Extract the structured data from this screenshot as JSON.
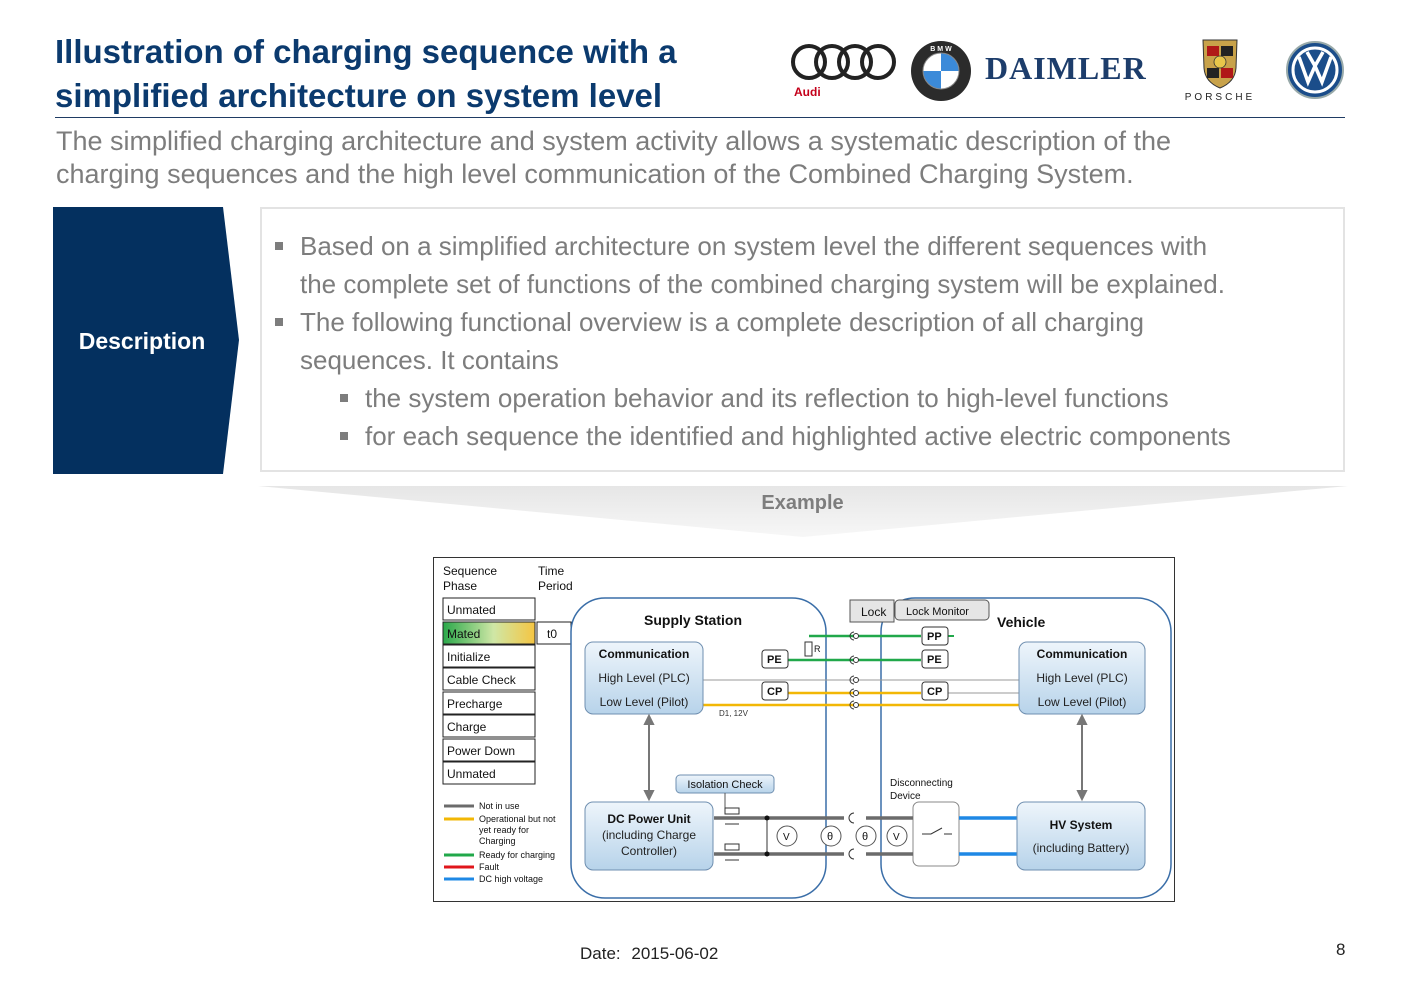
{
  "header": {
    "title_line1": "Illustration of charging sequence with a",
    "title_line2": "simplified architecture on system level",
    "subtitle_line1": "The simplified charging architecture and system activity allows a systematic description of the",
    "subtitle_line2": "charging sequences and the high level communication of the Combined Charging System.",
    "logos": {
      "audi": "Audi",
      "bmw": "B M W",
      "daimler": "DAIMLER",
      "porsche": "PORSCHE",
      "vw": "VW"
    }
  },
  "description": {
    "tab_label": "Description",
    "bullets": [
      {
        "line1": "Based on a simplified architecture on system level the different sequences with",
        "line2": "the complete set of functions of the combined charging system will be explained."
      },
      {
        "line1": "The following functional overview is a complete description of all charging",
        "line2": "sequences. It contains"
      }
    ],
    "sub_bullets": [
      "the system operation behavior and its reflection to high-level functions",
      "for each sequence the identified and highlighted active electric components"
    ]
  },
  "example_label": "Example",
  "diagram": {
    "sequence_header_line1": "Sequence",
    "sequence_header_line2": "Phase",
    "time_header_line1": "Time",
    "time_header_line2": "Period",
    "phases": [
      "Unmated",
      "Mated",
      "Initialize",
      "Cable Check",
      "Precharge",
      "Charge",
      "Power Down",
      "Unmated"
    ],
    "mated_time": "t0",
    "supply_station_label": "Supply Station",
    "vehicle_label": "Vehicle",
    "lock_label": "Lock",
    "lock_monitor_label": "Lock Monitor",
    "resistor_label": "R",
    "voltage_label": "D1, 12V",
    "pins": [
      "PP",
      "PE",
      "CP"
    ],
    "station_comm": {
      "title": "Communication",
      "line1": "High Level (PLC)",
      "line2": "Low Level (Pilot)"
    },
    "vehicle_comm": {
      "title": "Communication",
      "line1": "High Level (PLC)",
      "line2": "Low Level (Pilot)"
    },
    "isolation_check_label": "Isolation Check",
    "disconnecting_device_line1": "Disconnecting",
    "disconnecting_device_line2": "Device",
    "dc_power_unit": {
      "line1": "DC Power Unit",
      "line2": "(including Charge",
      "line3": "Controller)"
    },
    "hv_system": {
      "line1": "HV System",
      "line2": "(including Battery)"
    },
    "sensor_labels": [
      "V",
      "θ",
      "θ",
      "V"
    ],
    "legend": [
      {
        "label": "Not in use",
        "color": "#6b6b6b"
      },
      {
        "label": "Operational but not yet ready for Charging",
        "color": "#f2b705"
      },
      {
        "label": "Ready for charging",
        "color": "#21a84a"
      },
      {
        "label": "Fault",
        "color": "#e0161b"
      },
      {
        "label": "DC high voltage",
        "color": "#1e88e5"
      }
    ],
    "legend_operational_lines": [
      "Operational but not",
      "yet ready for",
      "Charging"
    ]
  },
  "footer": {
    "date_label": "Date:",
    "date_value": "2015-06-02",
    "page_number": "8"
  },
  "colors": {
    "title_blue": "#0b3a6e",
    "tab_blue": "#04305f",
    "body_gray": "#7d7d7d"
  }
}
